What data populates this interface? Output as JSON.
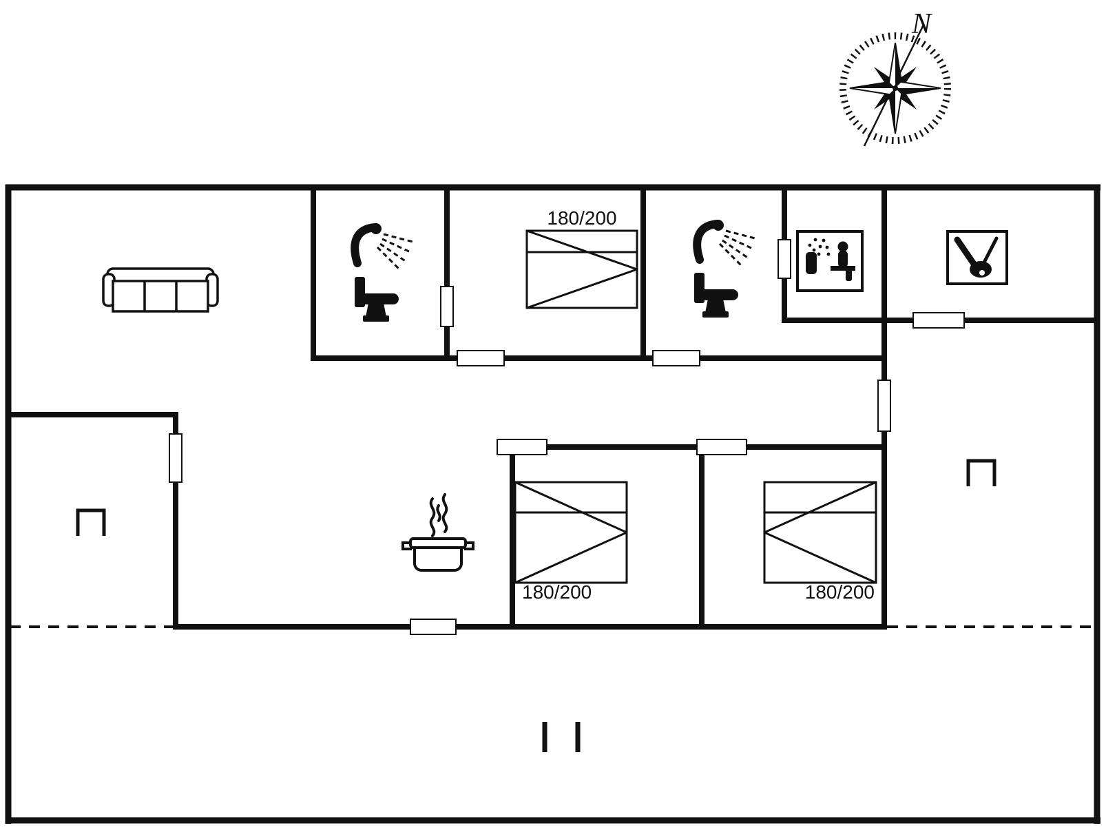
{
  "page": {
    "background": "#ffffff"
  },
  "compass": {
    "north_label": "N"
  },
  "beds": [
    {
      "location": "top-middle-bedroom",
      "size_label": "180/200"
    },
    {
      "location": "lower-left-bedroom",
      "size_label": "180/200"
    },
    {
      "location": "lower-right-bedroom",
      "size_label": "180/200"
    }
  ],
  "icons": {
    "compass_rose": "compass-rose-icon",
    "sofa": "sofa-icon",
    "shower_bathroom_1": "shower-icon",
    "toilet_bathroom_1": "toilet-icon",
    "shower_bathroom_2": "shower-icon",
    "toilet_bathroom_2": "toilet-icon",
    "sauna": "sauna-icon",
    "utility_room": "vacuum-cleaner-icon",
    "kitchen": "cooking-pot-icon",
    "recess_left": "wall-recess-icon",
    "recess_right": "wall-recess-icon",
    "entrance_marks": "threshold-ticks-icon"
  },
  "colors": {
    "wall": "#111111",
    "background": "#ffffff"
  }
}
